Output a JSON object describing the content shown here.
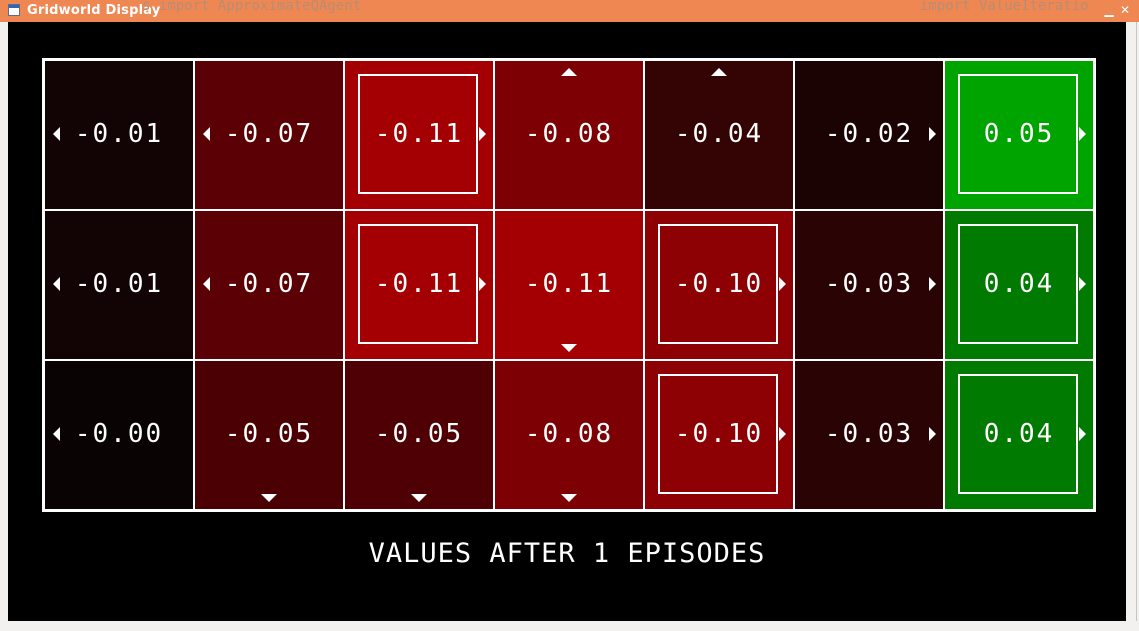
{
  "window": {
    "title": "Gridworld Display",
    "ghost_left": "s import ApproximateQAgent",
    "ghost_right": "import ValueIteratio",
    "minimize": "▁",
    "close": "✕"
  },
  "caption": "VALUES AFTER 1 EPISODES",
  "grid": {
    "rows": [
      [
        {
          "value": "-0.01",
          "color": "#120304",
          "arrows": [
            "left"
          ],
          "boxed": false
        },
        {
          "value": "-0.07",
          "color": "#5b0004",
          "arrows": [
            "left"
          ],
          "boxed": false
        },
        {
          "value": "-0.11",
          "color": "#a40004",
          "arrows": [
            "right"
          ],
          "boxed": true
        },
        {
          "value": "-0.08",
          "color": "#7d0004",
          "arrows": [
            "up"
          ],
          "boxed": false
        },
        {
          "value": "-0.04",
          "color": "#340304",
          "arrows": [
            "up"
          ],
          "boxed": false
        },
        {
          "value": "-0.02",
          "color": "#1b0304",
          "arrows": [
            "right"
          ],
          "boxed": false
        },
        {
          "value": "0.05",
          "color": "#00a400",
          "arrows": [
            "right"
          ],
          "boxed": true
        }
      ],
      [
        {
          "value": "-0.01",
          "color": "#120304",
          "arrows": [
            "left"
          ],
          "boxed": false
        },
        {
          "value": "-0.07",
          "color": "#5b0004",
          "arrows": [
            "left"
          ],
          "boxed": false
        },
        {
          "value": "-0.11",
          "color": "#a40004",
          "arrows": [
            "right"
          ],
          "boxed": true
        },
        {
          "value": "-0.11",
          "color": "#a40004",
          "arrows": [
            "down"
          ],
          "boxed": false
        },
        {
          "value": "-0.10",
          "color": "#8d0004",
          "arrows": [
            "right"
          ],
          "boxed": true
        },
        {
          "value": "-0.03",
          "color": "#2a0304",
          "arrows": [
            "right"
          ],
          "boxed": false
        },
        {
          "value": "0.04",
          "color": "#007a00",
          "arrows": [
            "right"
          ],
          "boxed": true
        }
      ],
      [
        {
          "value": "-0.00",
          "color": "#0a0304",
          "arrows": [
            "left"
          ],
          "boxed": false
        },
        {
          "value": "-0.05",
          "color": "#4b0004",
          "arrows": [
            "down"
          ],
          "boxed": false
        },
        {
          "value": "-0.05",
          "color": "#4f0004",
          "arrows": [
            "down"
          ],
          "boxed": false
        },
        {
          "value": "-0.08",
          "color": "#7c0004",
          "arrows": [
            "down"
          ],
          "boxed": false
        },
        {
          "value": "-0.10",
          "color": "#8d0004",
          "arrows": [
            "right"
          ],
          "boxed": true
        },
        {
          "value": "-0.03",
          "color": "#2a0304",
          "arrows": [
            "right"
          ],
          "boxed": false
        },
        {
          "value": "0.04",
          "color": "#007a00",
          "arrows": [
            "right"
          ],
          "boxed": true
        }
      ]
    ]
  }
}
